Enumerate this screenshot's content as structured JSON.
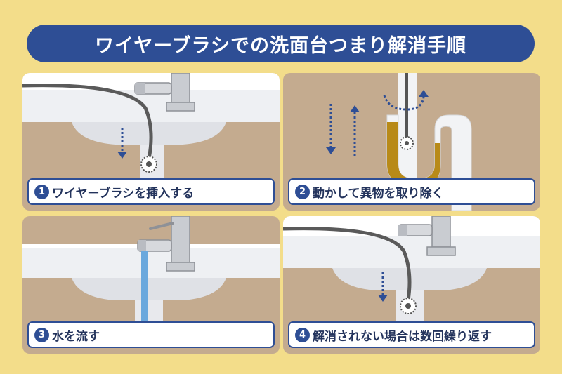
{
  "title": "ワイヤーブラシでの洗面台つまり解消手順",
  "steps": [
    {
      "num": "1",
      "text": "ワイヤーブラシを挿入する"
    },
    {
      "num": "2",
      "text": "動かして異物を取り除く"
    },
    {
      "num": "3",
      "text": "水を流す"
    },
    {
      "num": "4",
      "text": "解消されない場合は数回繰り返す"
    }
  ],
  "colors": {
    "background": "#f3dd8a",
    "banner": "#2e4e95",
    "counter_top": "#ffffff",
    "wall": "#c4ab8f",
    "basin": "#e7e8ec",
    "wire": "#555555",
    "water": "#6aa8dd",
    "debris": "#b88a18"
  }
}
